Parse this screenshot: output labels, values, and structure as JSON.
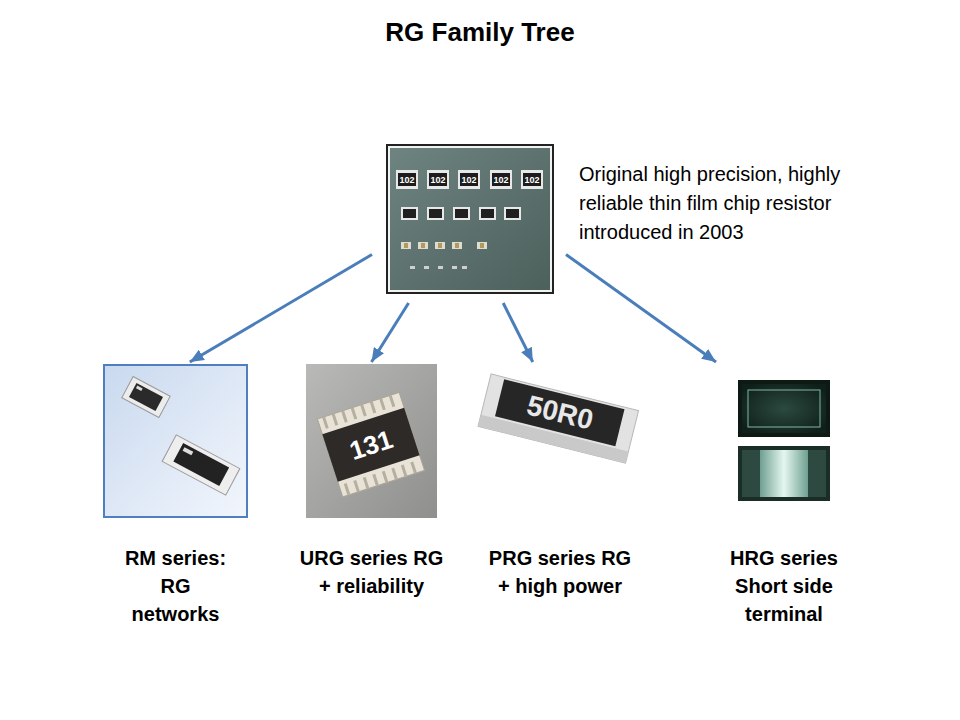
{
  "diagram": {
    "title": "RG Family Tree",
    "nodes": [
      {
        "text": [
          "Original high precision, highly reliable thin film chip resistor introduced in 2003"
        ]
      },
      {
        "text": [
          "RM series: RG networks"
        ]
      },
      {
        "text": [
          "URG series RG + reliability"
        ]
      },
      {
        "text": [
          "PRG series RG + high power"
        ]
      },
      {
        "text": [
          "HRG series Short side terminal"
        ]
      }
    ],
    "edges": [
      {
        "from": 0,
        "to": 1,
        "arrow": "to"
      },
      {
        "from": 0,
        "to": 2,
        "arrow": "to"
      },
      {
        "from": 0,
        "to": 3,
        "arrow": "to"
      },
      {
        "from": 0,
        "to": 4,
        "arrow": "to"
      }
    ],
    "labels": [
      "102",
      "102",
      "102",
      "102",
      "102",
      "131",
      "50R0"
    ]
  }
}
